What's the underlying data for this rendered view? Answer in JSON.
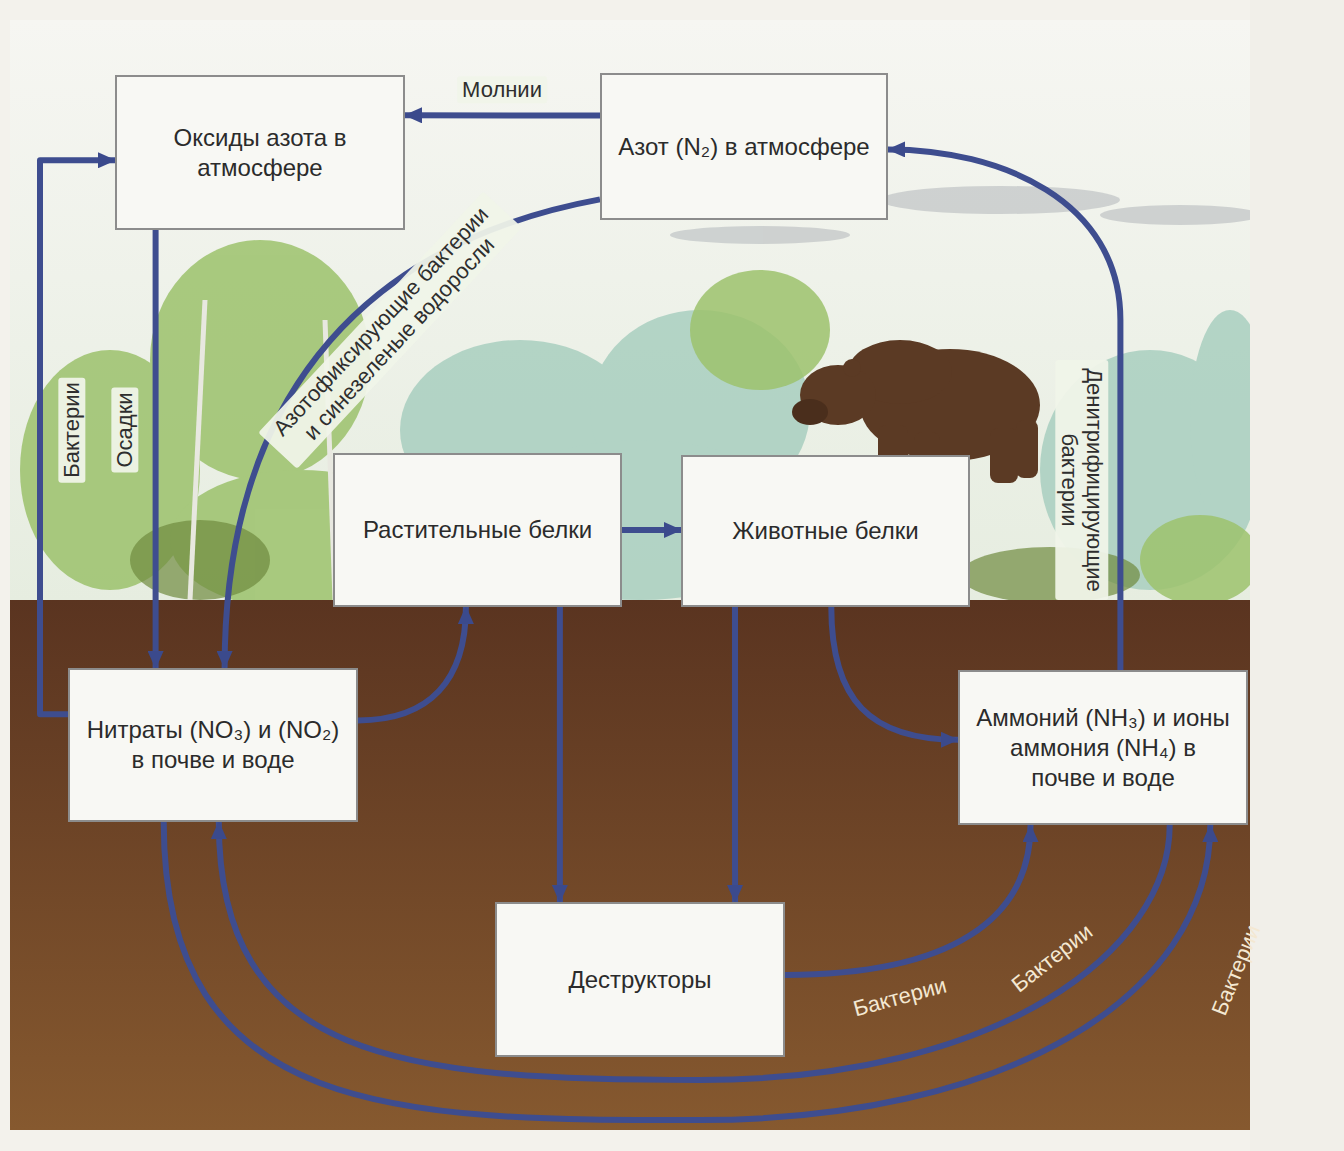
{
  "diagram": {
    "nodes": [
      {
        "text": [
          "Оксиды азота в атмосфере"
        ]
      },
      {
        "text": [
          "Азот (N₂) в атмосфере"
        ]
      },
      {
        "text": [
          "Растительные белки"
        ]
      },
      {
        "text": [
          "Животные белки"
        ]
      },
      {
        "text": [
          "Нитраты (NO₃) и (NO₂) в почве и воде"
        ]
      },
      {
        "text": [
          "Аммоний (NH₃) и ионы аммония (NH₄) в почве и воде"
        ]
      },
      {
        "text": [
          "Деструкторы"
        ]
      }
    ],
    "edges": [
      {
        "from": 1,
        "to": 0,
        "arrow": "to",
        "label": "Молнии"
      },
      {
        "from": 0,
        "to": 4,
        "arrow": "to",
        "label": "Осадки"
      },
      {
        "from": 4,
        "to": 0,
        "arrow": "to",
        "label": "Бактерии"
      },
      {
        "from": 1,
        "to": 4,
        "arrow": "to",
        "label": "Азотофиксирующие бактерии и синезеленые водоросли"
      },
      {
        "from": 5,
        "to": 1,
        "arrow": "to",
        "label": "Денитрифицирующие бактерии"
      },
      {
        "from": 2,
        "to": 3,
        "arrow": "to"
      },
      {
        "from": 4,
        "to": 2,
        "arrow": "to"
      },
      {
        "from": 2,
        "to": 6,
        "arrow": "to"
      },
      {
        "from": 3,
        "to": 6,
        "arrow": "to"
      },
      {
        "from": 3,
        "to": 5,
        "arrow": "to"
      },
      {
        "from": 6,
        "to": 5,
        "arrow": "to",
        "label": "Бактерии"
      },
      {
        "from": 4,
        "to": 5,
        "arrow": "to",
        "label": "Бактерии"
      },
      {
        "from": 5,
        "to": 4,
        "arrow": "to",
        "label": "Бактерии"
      }
    ]
  }
}
